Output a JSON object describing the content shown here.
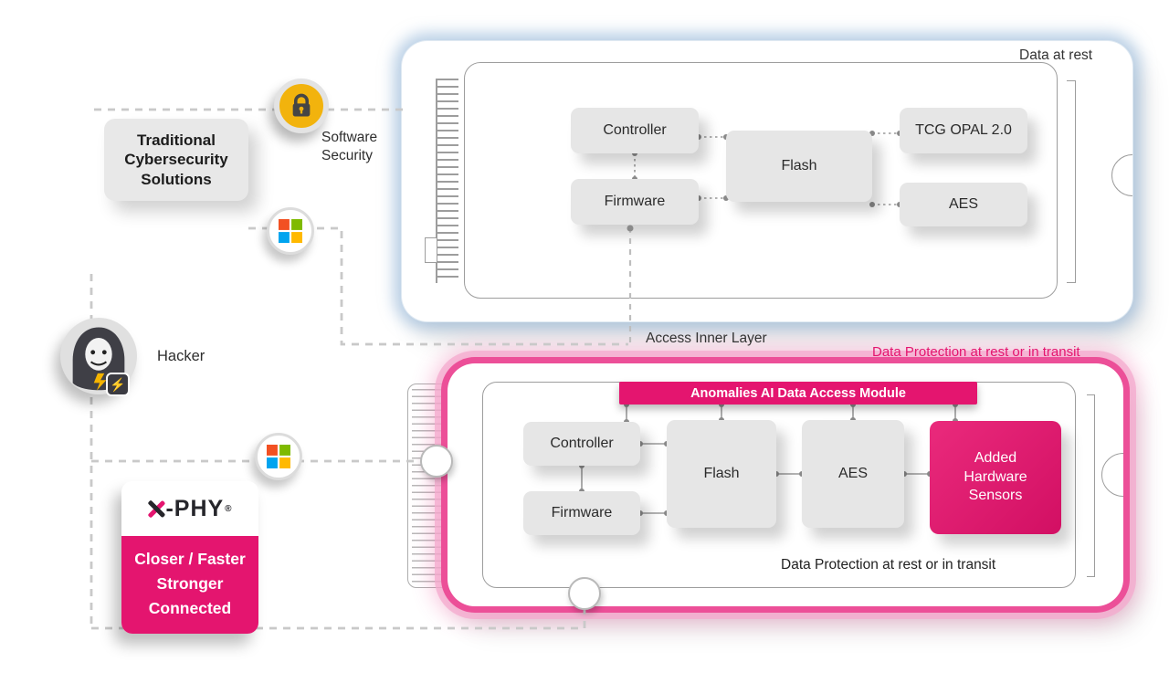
{
  "colors": {
    "pink": "#e4156f",
    "blue_glow": "#bcd6ea",
    "block_gray": "#e6e6e6"
  },
  "icons": {
    "lightning": "⚡"
  },
  "left": {
    "traditional": "Traditional Cybersecurity Solutions",
    "software_security": "Software Security",
    "hacker": "Hacker",
    "xphy": {
      "brand": "X-PHY",
      "brand_rest": "-PHY",
      "reg": "®",
      "tagline": [
        "Closer / Faster",
        "Stronger",
        "Connected"
      ]
    }
  },
  "top_ssd": {
    "label": "Data at rest",
    "controller": "Controller",
    "firmware": "Firmware",
    "flash": "Flash",
    "tcg": "TCG OPAL 2.0",
    "aes": "AES"
  },
  "connections": {
    "access_inner_layer": "Access Inner Layer"
  },
  "bottom_ssd": {
    "label": "Data Protection at rest or in transit",
    "banner": "Anomalies AI Data Access Module",
    "controller": "Controller",
    "firmware": "Firmware",
    "flash": "Flash",
    "aes": "AES",
    "sensors": "Added Hardware Sensors",
    "caption": "Data Protection at rest or in transit"
  }
}
